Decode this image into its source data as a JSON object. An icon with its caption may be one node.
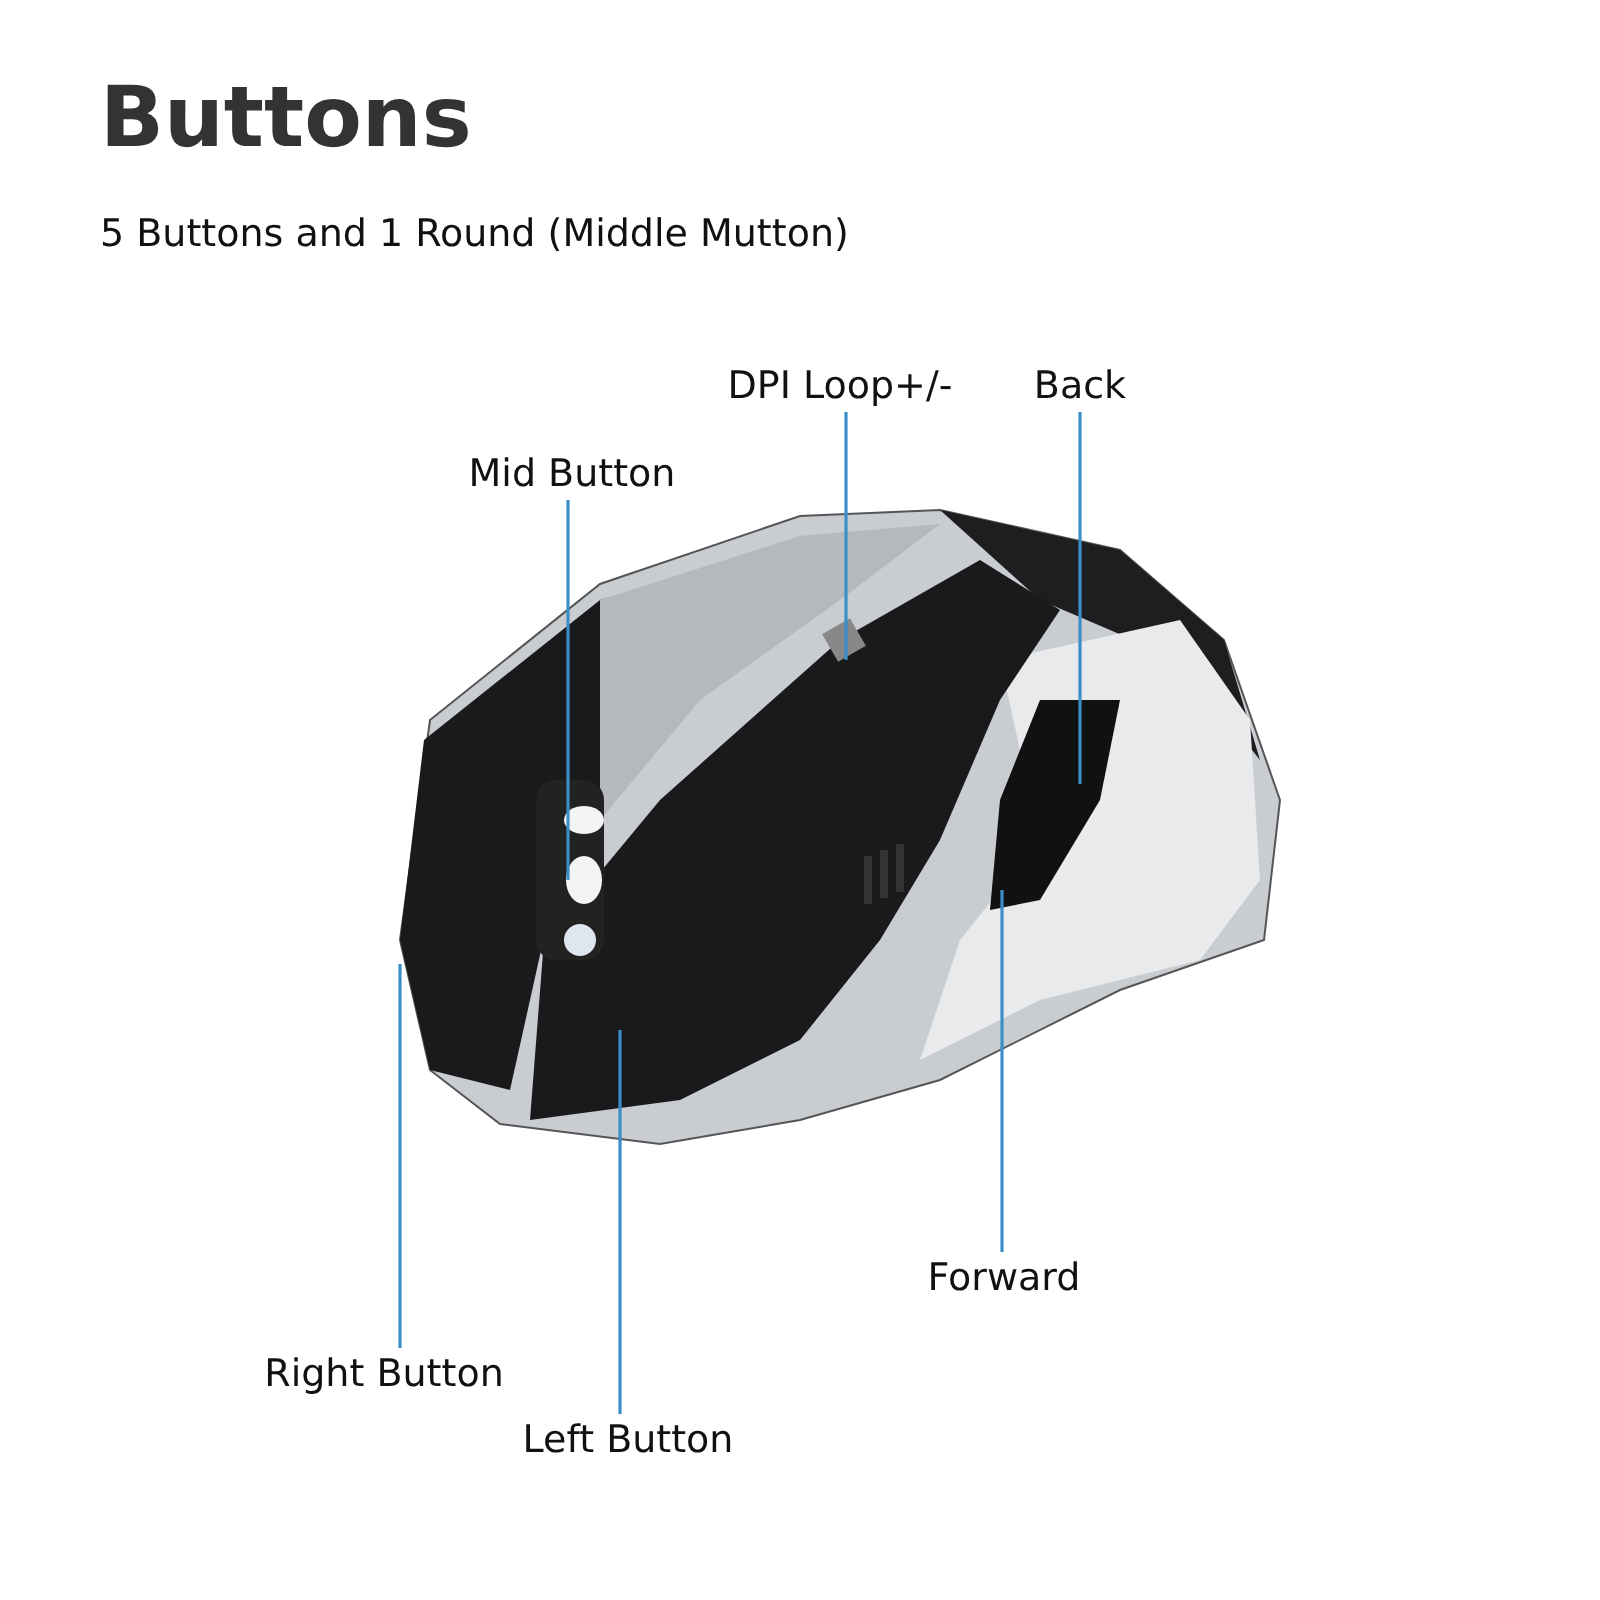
{
  "diagram": {
    "title": "Buttons",
    "caption": "5 Buttons and 1 Round (Middle Mutton)",
    "nodes": [
      {
        "text": [
          "DPI Loop+/-"
        ]
      },
      {
        "text": [
          "Back"
        ]
      },
      {
        "text": [
          "Mid Button"
        ]
      },
      {
        "text": [
          "Forward"
        ]
      },
      {
        "text": [
          "Right Button"
        ]
      },
      {
        "text": [
          "Left Button"
        ]
      }
    ],
    "edges": [
      {
        "from": 0,
        "to": null,
        "arrow": "none"
      },
      {
        "from": 1,
        "to": null,
        "arrow": "none"
      },
      {
        "from": 2,
        "to": null,
        "arrow": "none"
      },
      {
        "from": 3,
        "to": null,
        "arrow": "none"
      },
      {
        "from": 4,
        "to": null,
        "arrow": "none"
      },
      {
        "from": 5,
        "to": null,
        "arrow": "none"
      }
    ]
  }
}
